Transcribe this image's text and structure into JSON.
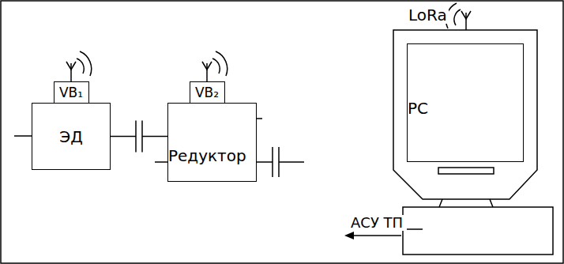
{
  "diagram": {
    "nodes": [
      {
        "text": [
          "VB₁"
        ]
      },
      {
        "text": [
          "ЭД"
        ]
      },
      {
        "text": [
          "VB₂"
        ]
      },
      {
        "text": [
          "Редуктор"
        ]
      },
      {
        "text": [
          "PC"
        ]
      }
    ],
    "edges": [
      {
        "from": 1,
        "to": 3,
        "arrow": "none"
      }
    ],
    "labels": [
      "LoRa",
      "АСУ ТП"
    ]
  }
}
